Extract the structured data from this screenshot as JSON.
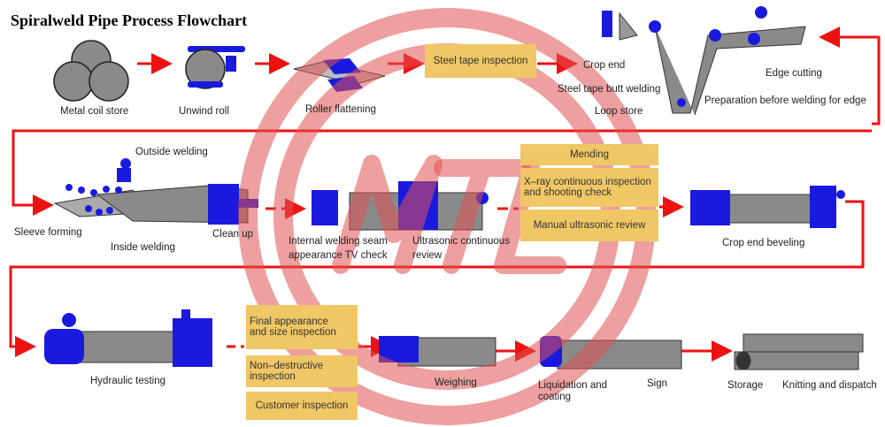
{
  "title": "Spiralweld Pipe Process Flowchart",
  "colors": {
    "flow_line": "#ee1111",
    "box": "#f0c765",
    "machine": "#1a1adf",
    "pipe": "#8a8a8a",
    "watermark": "#e05050"
  },
  "watermark_text": "MTL",
  "row1": {
    "metal_coil_store": "Metal coil store",
    "unwind_roll": "Unwind roll",
    "roller_flattening": "Roller flattening",
    "steel_tape_inspection": "Steel tape inspection",
    "crop_end": "Crop end",
    "steel_tape_butt_welding": "Steel tape butt welding",
    "loop_store": "Loop store",
    "edge_cutting": "Edge cutting",
    "preparation_before_welding": "Preparation before welding for edge"
  },
  "row2": {
    "outside_welding": "Outside welding",
    "sleeve_forming": "Sleeve forming",
    "inside_welding": "Inside welding",
    "clean_up": "Clean up",
    "internal_welding_tv_1": "Internal welding seam",
    "internal_welding_tv_2": "appearance TV check",
    "ultrasonic_1": "Ultrasonic continuous",
    "ultrasonic_2": "review",
    "mending": "Mending",
    "xray_1": "X–ray continuous inspection",
    "xray_2": "and shooting check",
    "manual_ultrasonic": "Manual ultrasonic review",
    "crop_end_beveling": "Crop end beveling"
  },
  "row3": {
    "hydraulic_testing": "Hydraulic testing",
    "final_1": "Final appearance",
    "final_2": "and size inspection",
    "ndt_1": "Non–destructive",
    "ndt_2": "inspection",
    "customer_inspection": "Customer inspection",
    "weighing": "Weighing",
    "liquidation_1": "Liquidation and",
    "liquidation_2": "coating",
    "sign": "Sign",
    "storage": "Storage",
    "knitting_dispatch": "Knitting and dispatch"
  }
}
